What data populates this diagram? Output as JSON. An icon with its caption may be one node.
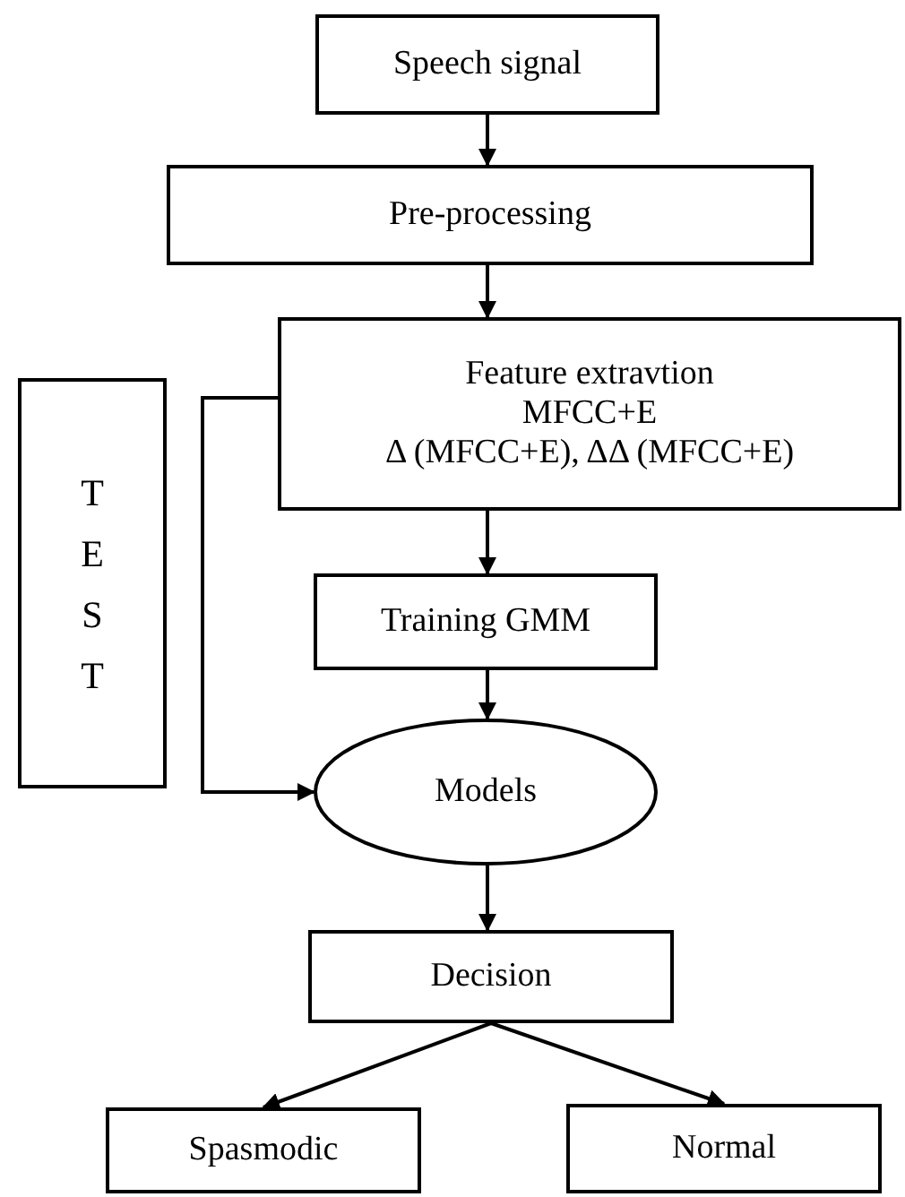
{
  "diagram": {
    "nodes": [
      {
        "text": [
          "Speech signal"
        ]
      },
      {
        "text": [
          "Pre-processing"
        ]
      },
      {
        "text": [
          "Feature extravtion",
          "MFCC+E",
          "Δ (MFCC+E), ΔΔ (MFCC+E)"
        ]
      },
      {
        "text": [
          "T E S T"
        ]
      },
      {
        "text": [
          "Training GMM"
        ]
      },
      {
        "text": [
          "Models"
        ]
      },
      {
        "text": [
          "Decision"
        ]
      },
      {
        "text": [
          "Spasmodic"
        ]
      },
      {
        "text": [
          "Normal"
        ]
      }
    ],
    "edges": [
      {
        "from": 0,
        "to": 1,
        "arrow": "to"
      },
      {
        "from": 1,
        "to": 2,
        "arrow": "to"
      },
      {
        "from": 2,
        "to": 4,
        "arrow": "to"
      },
      {
        "from": 4,
        "to": 5,
        "arrow": "to"
      },
      {
        "from": 2,
        "to": 5,
        "arrow": "to"
      },
      {
        "from": 5,
        "to": 6,
        "arrow": "to"
      },
      {
        "from": 6,
        "to": 7,
        "arrow": "to"
      },
      {
        "from": 6,
        "to": 8,
        "arrow": "to"
      }
    ]
  }
}
